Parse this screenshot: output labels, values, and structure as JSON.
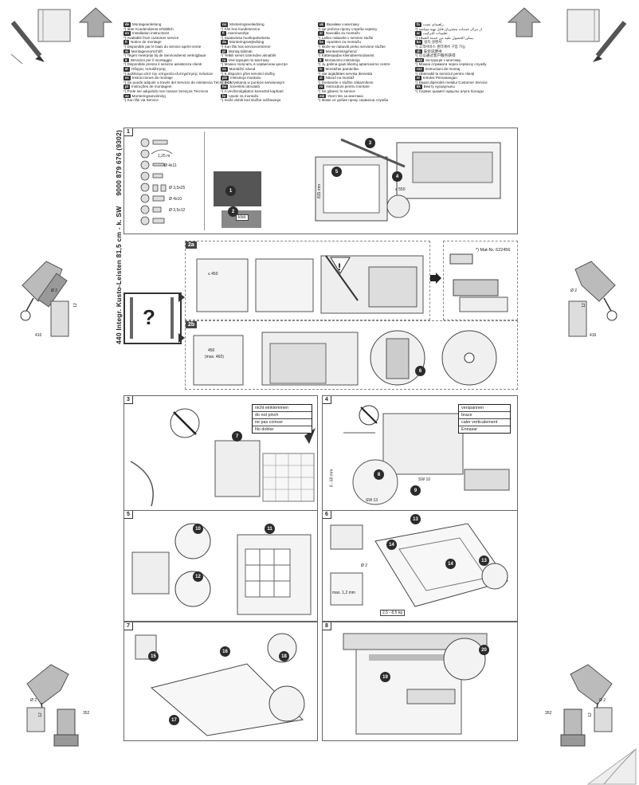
{
  "document_title": "440 Integr. Kusto-Leisten 81,5 cm - k. SW",
  "part_number": "9000 879 676 (9302)",
  "languages": [
    {
      "code": "de",
      "label": "Montageanleitung",
      "note": "*) über Kundendienst erhältlich"
    },
    {
      "code": "en",
      "label": "Installation instructions",
      "note": "*) Available from customer service"
    },
    {
      "code": "fr",
      "label": "Notice de montage",
      "note": "*) Disponible par le biais du service après-vente"
    },
    {
      "code": "nl",
      "label": "Montagevoorschrift",
      "note": "*) Tegen meerprijs bij de Servicedienst verkrijgbaar"
    },
    {
      "code": "it",
      "label": "Istruzioni per il montaggio",
      "note": "*) Disponibile presso il servizio assistenza clienti"
    },
    {
      "code": "el",
      "label": "Οδηγίες τοποθέτησης",
      "note": "*) Διαθέσιμο από την υπηρεσία εξυπηρέτησης πελατών"
    },
    {
      "code": "es",
      "label": "Instrucciones de montaje",
      "note": "*) Se puede adquirir a través del Servicio de Asistencia Técnica Oficial de la marca"
    },
    {
      "code": "pt",
      "label": "Instruções de montagem",
      "note": "*) Pode ser adquirido nos nossos Serviços Técnicos"
    },
    {
      "code": "sv",
      "label": "Monteringsanvisning",
      "note": "*) Kan fås via Service"
    },
    {
      "code": "no",
      "label": "Monteringsveiledning",
      "note": "*) Fås hos kundeservice"
    },
    {
      "code": "fi",
      "label": "Asennusohje",
      "note": "*) Saatavissa huoltopalvelusta"
    },
    {
      "code": "da",
      "label": "Monteringsvejledning",
      "note": "*) Kan fås hos servicecentrene"
    },
    {
      "code": "pl",
      "label": "Montaj talimatı",
      "note": "*) Yetkili servis üzerinden alınabilir"
    },
    {
      "code": "ru",
      "label": "Инструкция по монтажу",
      "note": "*) Можно получить в сервисном центре"
    },
    {
      "code": "cs",
      "label": "Montážní návod",
      "note": "*) K dispozici přes servisní služby"
    },
    {
      "code": "pl2",
      "label": "Instrukcja montażu",
      "note": "*) Do uzyskania w punkcie serwisowym"
    },
    {
      "code": "hu",
      "label": "Szerelési útmutató",
      "note": "*) A vevőszolgálaton keresztül kapható"
    },
    {
      "code": "hr",
      "label": "Upute za montažu",
      "note": "*) može dobiti kod službe održavanja"
    },
    {
      "code": "uk",
      "label": "Вказівки з монтажу",
      "note": "*) Це робоча пропу служби сервісу"
    },
    {
      "code": "sr",
      "label": "Navodila za montažo",
      "note": "*) Lahko nabavite v servisni službi"
    },
    {
      "code": "bs",
      "label": "Uputstvo za montažu",
      "note": "*) Može se nabaviti preko servisne službe"
    },
    {
      "code": "et",
      "label": "Monteerimisjuhend",
      "note": "*) Kättesaadav klienditeenindusest"
    },
    {
      "code": "lt",
      "label": "Montavimo instrukcija",
      "note": "*) Jų galima gauti klientų aptarnavimo centre"
    },
    {
      "code": "lv",
      "label": "Montāžas pamācība",
      "note": "*) Var iegādāties servisa dienestā"
    },
    {
      "code": "sl",
      "label": "Návod na montáž",
      "note": "*) Dostanete v službe zákazníkom"
    },
    {
      "code": "ro",
      "label": "Instrucțiuni pentru montare",
      "note": "*) Se găsesc în service"
    },
    {
      "code": "mk",
      "label": "Упатство за монтажа",
      "note": "*) Може се добие преку сервисна служба"
    },
    {
      "code": "fa",
      "label": "راهنمای نصب",
      "note": "*) از مرکز خدمات مشتریان قابل تهیه میباشد"
    },
    {
      "code": "ar",
      "label": "تعليمات التركيب",
      "note": "*) يمكن الحصول عليه من خدمة العملاء"
    },
    {
      "code": "ko",
      "label": "설치 설명서",
      "note": "*) 고객서비스 센터에서 구입 가능"
    },
    {
      "code": "zh",
      "label": "安装说明书",
      "note": "*) 可以通过客户服务获得"
    },
    {
      "code": "uk2",
      "label": "Інструкція з монтажу",
      "note": "*) Можна отримати через сервісну службу"
    },
    {
      "code": "ro2",
      "label": "Instrucțiuni de montaj",
      "note": "*) Obtenabil la serviciul pentru clienți"
    },
    {
      "code": "id",
      "label": "Intruksi Pemasangan",
      "note": "*) Dapat diperoleh melalui Customer Service"
    },
    {
      "code": "kk",
      "label": "Бекіту нұсқаулығы",
      "note": "*) Сервис қызметі арқылы алуға болады"
    }
  ],
  "panels": {
    "p1": {
      "num": "1",
      "dims": [
        "1,25 m",
        "Ø 4x11",
        "Ø 3,5x25",
        "Ø 4x10",
        "Ø 3,5x12",
        "815 mm",
        "≥ 550"
      ],
      "labels": [
        "klick"
      ],
      "steps": [
        "1",
        "2",
        "3",
        "4",
        "5"
      ]
    },
    "p2a": {
      "num": "2a",
      "dims": [
        "≤ 450"
      ],
      "mat_label": "*) Mat-Nr. 622456",
      "question": "?"
    },
    "p2b": {
      "num": "2b",
      "dims": [
        "450",
        "(max. 460)"
      ],
      "steps": [
        "6"
      ]
    },
    "p3": {
      "num": "3",
      "steps": [
        "7"
      ],
      "notes": [
        "nicht einklemmen",
        "do not pinch",
        "ne pas coincer",
        "No doblar"
      ]
    },
    "p4": {
      "num": "4",
      "steps": [
        "8",
        "9"
      ],
      "notes": [
        "verspannen",
        "brace",
        "caler verticalement",
        "Ennasar"
      ],
      "dims": [
        "0 - 60 mm",
        "SW 10",
        "SW 13"
      ]
    },
    "p5": {
      "num": "5",
      "steps": [
        "10",
        "11",
        "12"
      ]
    },
    "p6": {
      "num": "6",
      "steps": [
        "13",
        "13",
        "14",
        "14"
      ],
      "dims": [
        "Ø 2",
        "max. 1,2 mm",
        "2,5 - 8,5 kg"
      ]
    },
    "p7": {
      "num": "7",
      "steps": [
        "15",
        "16",
        "17",
        "18"
      ]
    },
    "p8": {
      "num": "8",
      "steps": [
        "19",
        "20"
      ]
    }
  },
  "drill_left": {
    "diameter": "Ø 2",
    "depth": "12",
    "offset": "416"
  },
  "drill_right": {
    "diameter": "Ø 2",
    "depth": "12",
    "offset": "416"
  },
  "drill_bottom_left": {
    "diameter": "Ø 2",
    "depth": "12",
    "offset": "352"
  },
  "drill_bottom_right": {
    "diameter": "Ø 2",
    "depth": "12",
    "offset": "352"
  }
}
